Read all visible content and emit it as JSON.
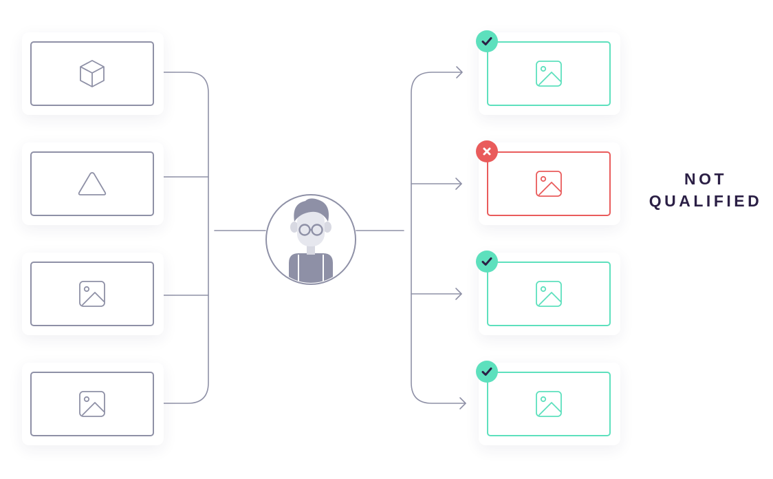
{
  "colors": {
    "line": "#8e90a6",
    "neutral_border": "#8e90a6",
    "qualified": "#5de0bd",
    "not_qualified": "#e95b5b",
    "label": "#2b1f45"
  },
  "input_items": [
    {
      "icon": "cube-icon"
    },
    {
      "icon": "triangle-icon"
    },
    {
      "icon": "image-icon"
    },
    {
      "icon": "image-icon"
    }
  ],
  "reviewer": {
    "icon": "person-avatar"
  },
  "output_items": [
    {
      "icon": "image-icon",
      "status": "qualified",
      "badge": "check-icon"
    },
    {
      "icon": "image-icon",
      "status": "not_qualified",
      "badge": "x-icon"
    },
    {
      "icon": "image-icon",
      "status": "qualified",
      "badge": "check-icon"
    },
    {
      "icon": "image-icon",
      "status": "qualified",
      "badge": "check-icon"
    }
  ],
  "label": {
    "line1": "NOT",
    "line2": "QUALIFIED"
  }
}
